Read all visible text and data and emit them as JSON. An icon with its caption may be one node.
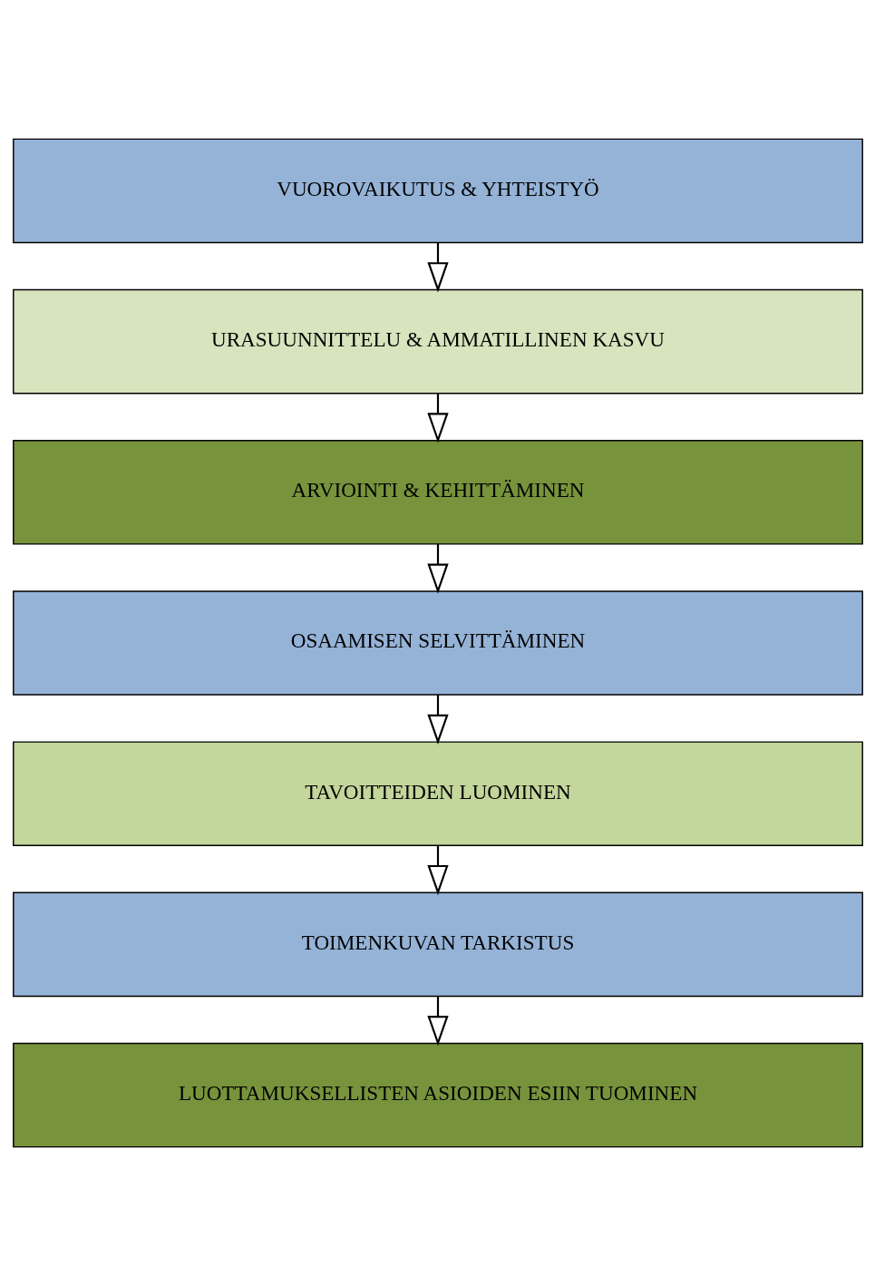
{
  "diagram": {
    "nodes": [
      {
        "text": [
          "VUOROVAIKUTUS & YHTEISTYÖ"
        ]
      },
      {
        "text": [
          "URASUUNNITTELU & AMMATILLINEN KASVU"
        ]
      },
      {
        "text": [
          "ARVIOINTI & KEHITTÄMINEN"
        ]
      },
      {
        "text": [
          "OSAAMISEN SELVITTÄMINEN"
        ]
      },
      {
        "text": [
          "TAVOITTEIDEN LUOMINEN"
        ]
      },
      {
        "text": [
          "TOIMENKUVAN TARKISTUS"
        ]
      },
      {
        "text": [
          "LUOTTAMUKSELLISTEN ASIOIDEN ESIIN TUOMINEN"
        ]
      }
    ],
    "edges": [
      {
        "from": 0,
        "to": 1,
        "arrow": "to"
      },
      {
        "from": 1,
        "to": 2,
        "arrow": "to"
      },
      {
        "from": 2,
        "to": 3,
        "arrow": "to"
      },
      {
        "from": 3,
        "to": 4,
        "arrow": "to"
      },
      {
        "from": 4,
        "to": 5,
        "arrow": "to"
      },
      {
        "from": 5,
        "to": 6,
        "arrow": "to"
      }
    ]
  }
}
